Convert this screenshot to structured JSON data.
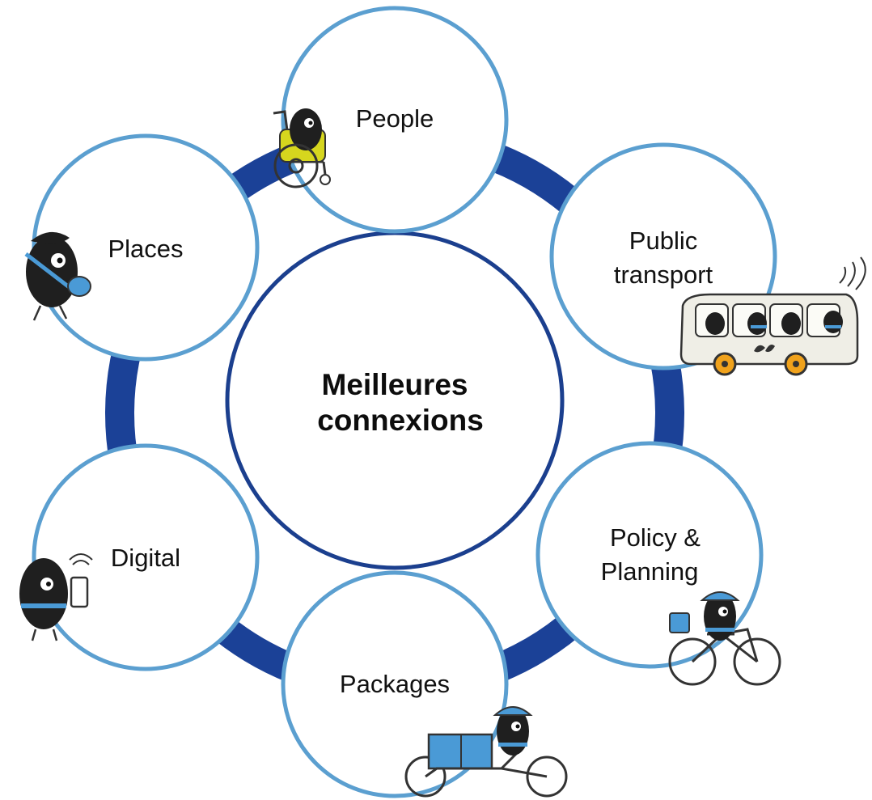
{
  "diagram": {
    "center": {
      "line1": "Meilleures",
      "line2": "connexions"
    },
    "nodes": [
      {
        "id": "people",
        "line1": "People",
        "line2": "",
        "icon": "wheelchair-user-icon"
      },
      {
        "id": "public-transport",
        "line1": "Public",
        "line2": "transport",
        "icon": "bus-icon"
      },
      {
        "id": "policy-planning",
        "line1": "Policy &",
        "line2": "Planning",
        "icon": "bicycle-rider-icon"
      },
      {
        "id": "packages",
        "line1": "Packages",
        "line2": "",
        "icon": "cargo-bike-icon"
      },
      {
        "id": "digital",
        "line1": "Digital",
        "line2": "",
        "icon": "phone-user-icon"
      },
      {
        "id": "places",
        "line1": "Places",
        "line2": "",
        "icon": "walker-with-bag-icon"
      }
    ],
    "colors": {
      "ring": "#1b4197",
      "node_border": "#5b9fd0",
      "center_border": "#1b3f8e",
      "accent_yellow": "#d6d61e",
      "accent_blue": "#4a9ad6",
      "accent_orange": "#f0a21c"
    }
  }
}
